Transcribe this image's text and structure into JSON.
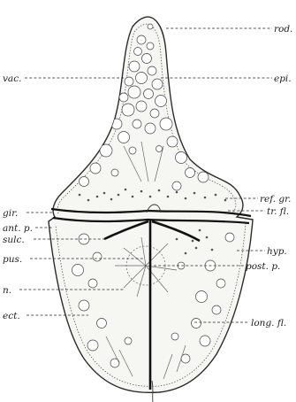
{
  "figure": {
    "labels_left": [
      {
        "id": "vac",
        "text": "vac."
      },
      {
        "id": "gir",
        "text": "gir."
      },
      {
        "id": "ant-p",
        "text": "ant. p."
      },
      {
        "id": "sulc",
        "text": "sulc."
      },
      {
        "id": "pus",
        "text": "pus."
      },
      {
        "id": "n",
        "text": "n."
      },
      {
        "id": "ect",
        "text": "ect."
      }
    ],
    "labels_right": [
      {
        "id": "rod",
        "text": "rod."
      },
      {
        "id": "epi",
        "text": "epi."
      },
      {
        "id": "ref-gr",
        "text": "ref. gr."
      },
      {
        "id": "tr-fl",
        "text": "tr. fl."
      },
      {
        "id": "hyp",
        "text": "hyp."
      },
      {
        "id": "post-p",
        "text": "post. p."
      },
      {
        "id": "long-fl",
        "text": "long. fl."
      }
    ]
  }
}
